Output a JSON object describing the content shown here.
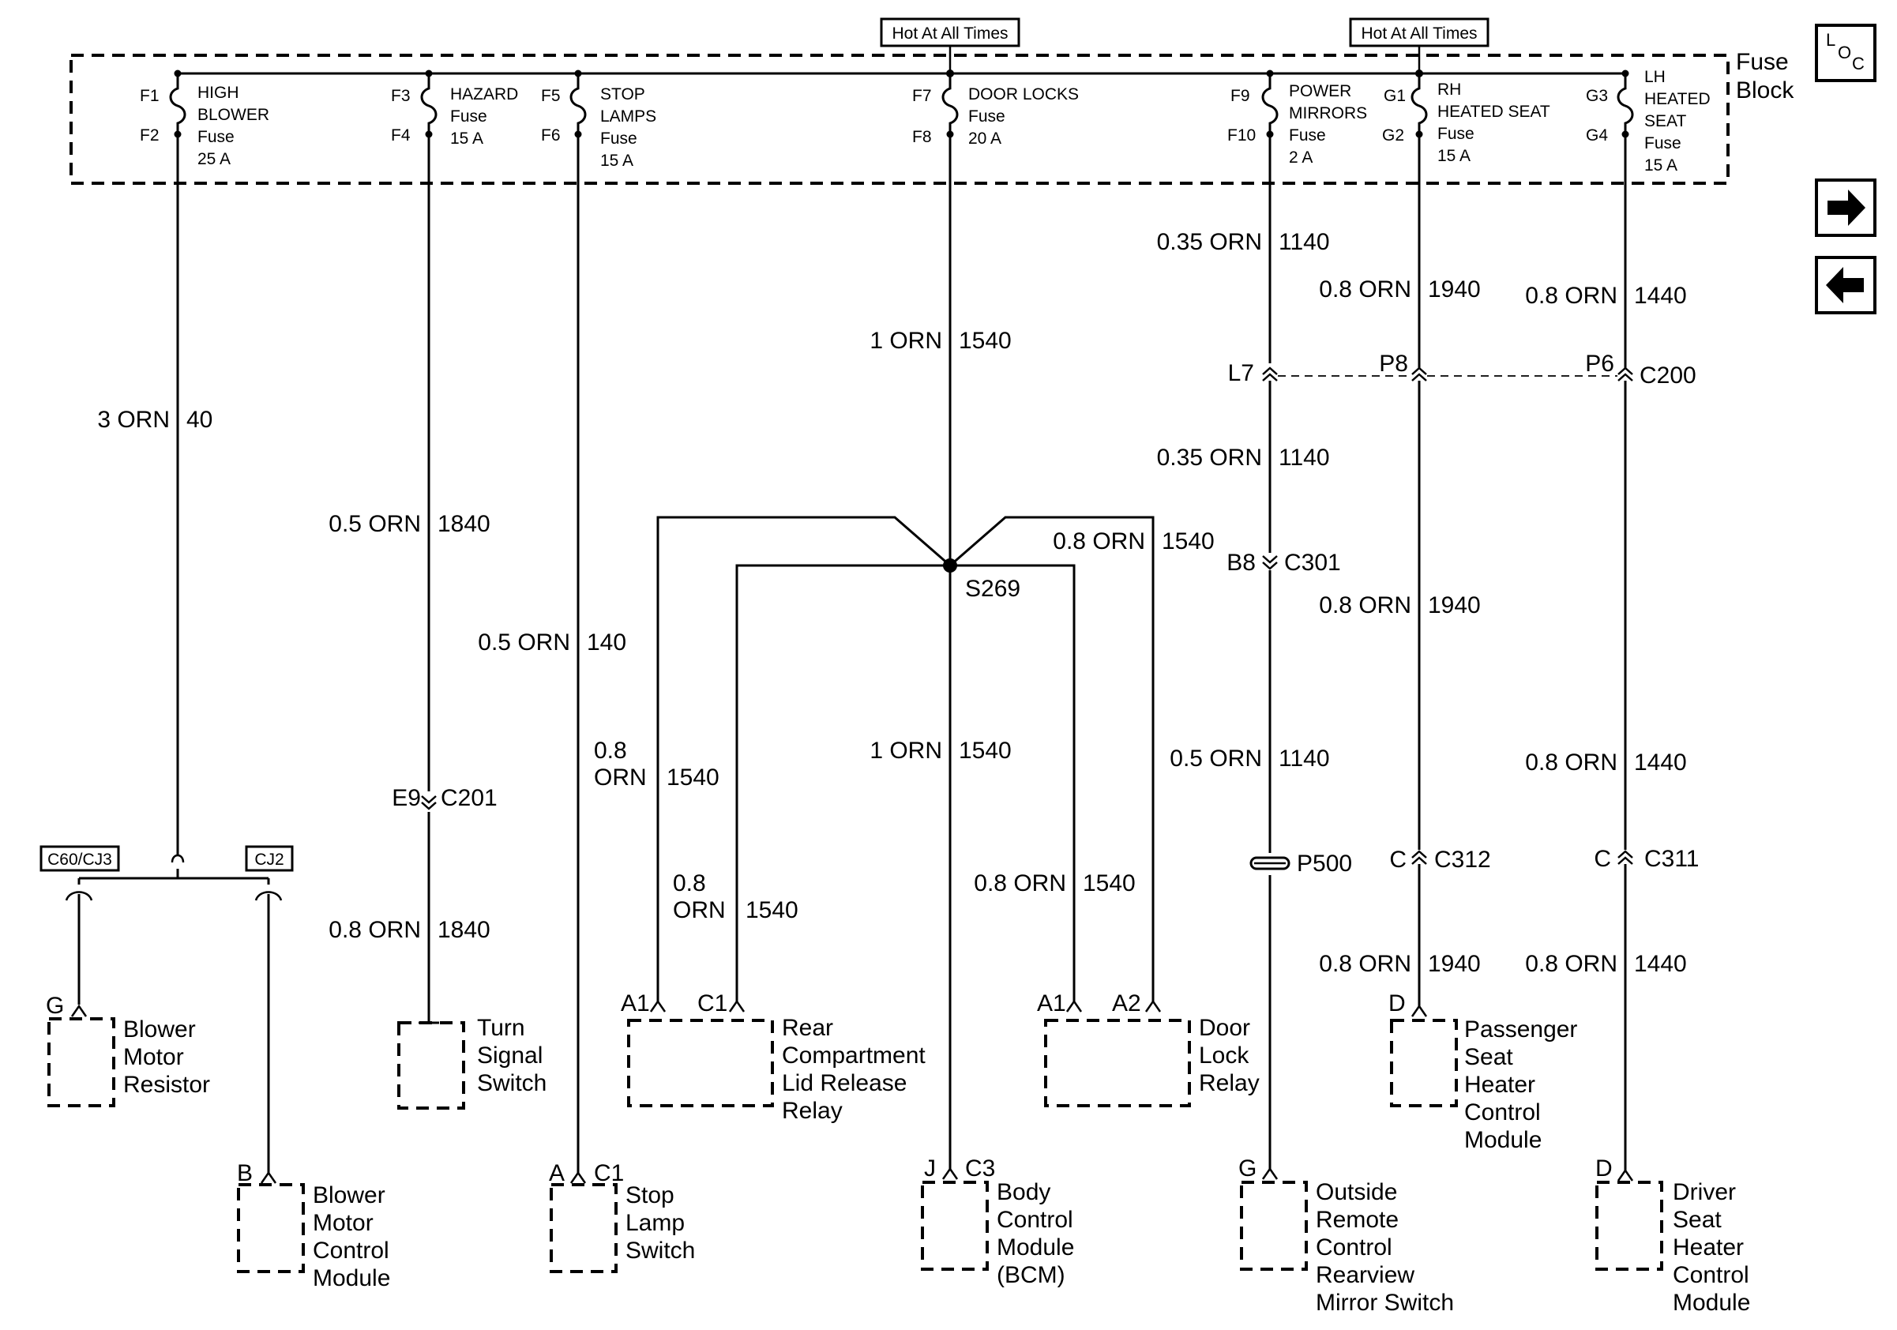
{
  "hot_at_all_times": "Hot At All Times",
  "fuse_block_line1": "Fuse",
  "fuse_block_line2": "Block",
  "loc_icon": "loc-icon",
  "nav": {
    "next_icon": "right-arrow-icon",
    "prev_icon": "left-arrow-icon"
  },
  "fuses": {
    "f1": "F1",
    "f2": "F2",
    "high_blower": [
      "HIGH",
      "BLOWER",
      "Fuse",
      "25 A"
    ],
    "f3": "F3",
    "f4": "F4",
    "hazard": [
      "HAZARD",
      "Fuse",
      "15 A"
    ],
    "f5": "F5",
    "f6": "F6",
    "stop_lamps": [
      "STOP",
      "LAMPS",
      "Fuse",
      "15 A"
    ],
    "f7": "F7",
    "f8": "F8",
    "door_locks": [
      "DOOR LOCKS",
      "Fuse",
      "20 A"
    ],
    "f9": "F9",
    "f10": "F10",
    "power_mirrors": [
      "POWER",
      "MIRRORS",
      "Fuse",
      "2 A"
    ],
    "g1": "G1",
    "g2": "G2",
    "rh_heated_seat": [
      "RH",
      "HEATED SEAT",
      "Fuse",
      "15 A"
    ],
    "g3": "G3",
    "g4": "G4",
    "lh_heated_seat": [
      "LH",
      "HEATED",
      "SEAT",
      "Fuse",
      "15 A"
    ]
  },
  "wires": {
    "w40": "3 ORN",
    "c40": "40",
    "w1840a": "0.5 ORN",
    "c1840a": "1840",
    "w1840b": "0.8 ORN",
    "c1840b": "1840",
    "w140": "0.5 ORN",
    "c140": "140",
    "w1540_top": "1 ORN",
    "c1540_top": "1540",
    "w1540_mid": "1 ORN",
    "c1540_mid": "1540",
    "w1540_r": "0.8 ORN",
    "c1540_r": "1540",
    "w1540_a_1": "0.8",
    "w1540_a_2": "ORN",
    "c1540_a": "1540",
    "w1540_c_1": "0.8",
    "w1540_c_2": "ORN",
    "c1540_c": "1540",
    "w1540_dl": "0.8 ORN",
    "c1540_dl": "1540",
    "w1140_a": "0.35 ORN",
    "c1140_a": "1140",
    "w1140_b": "0.35 ORN",
    "c1140_b": "1140",
    "w1140_c": "0.5 ORN",
    "c1140_c": "1140",
    "w1940_a": "0.8 ORN",
    "c1940_a": "1940",
    "w1940_b": "0.8 ORN",
    "c1940_b": "1940",
    "w1940_c": "0.8 ORN",
    "c1940_c": "1940",
    "w1440_a": "0.8 ORN",
    "c1440_a": "1440",
    "w1440_b": "0.8 ORN",
    "c1440_b": "1440",
    "w1440_c": "0.8 ORN",
    "c1440_c": "1440"
  },
  "connectors": {
    "c60_cj3": "C60/CJ3",
    "cj2": "CJ2",
    "e9": "E9",
    "c201": "C201",
    "l7": "L7",
    "p8": "P8",
    "p6": "P6",
    "c200": "C200",
    "b8": "B8",
    "c301": "C301",
    "s269": "S269",
    "p500": "P500",
    "c_312": "C",
    "c312": "C312",
    "c_311": "C",
    "c311": "C311"
  },
  "pins": {
    "blower_resistor": "G",
    "blower_control": "B",
    "stop_lamp_a": "A",
    "stop_lamp_c1": "C1",
    "rear_a1": "A1",
    "rear_c1": "C1",
    "bcm_j": "J",
    "bcm_c3": "C3",
    "door_a1": "A1",
    "door_a2": "A2",
    "mirror_g": "G",
    "pass_d": "D",
    "driver_d": "D"
  },
  "components": {
    "blower_motor_resistor": [
      "Blower",
      "Motor",
      "Resistor"
    ],
    "blower_motor_control_module": [
      "Blower",
      "Motor",
      "Control",
      "Module"
    ],
    "turn_signal_switch": [
      "Turn",
      "Signal",
      "Switch"
    ],
    "stop_lamp_switch": [
      "Stop",
      "Lamp",
      "Switch"
    ],
    "rear_compartment_relay": [
      "Rear",
      "Compartment",
      "Lid Release",
      "Relay"
    ],
    "body_control_module": [
      "Body",
      "Control",
      "Module",
      "(BCM)"
    ],
    "door_lock_relay": [
      "Door",
      "Lock",
      "Relay"
    ],
    "outside_mirror_switch": [
      "Outside",
      "Remote",
      "Control",
      "Rearview",
      "Mirror Switch"
    ],
    "passenger_seat_heater": [
      "Passenger",
      "Seat",
      "Heater",
      "Control",
      "Module"
    ],
    "driver_seat_heater": [
      "Driver",
      "Seat",
      "Heater",
      "Control",
      "Module"
    ]
  }
}
